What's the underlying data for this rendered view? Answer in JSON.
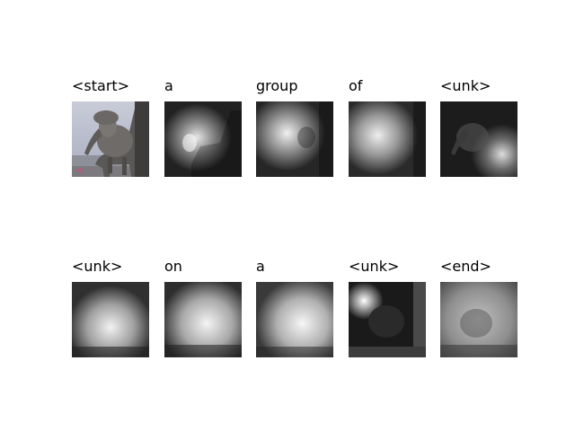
{
  "frames": [
    {
      "word": "<start>",
      "kind": "photo"
    },
    {
      "word": "a",
      "kind": "attention",
      "blob": "left-center"
    },
    {
      "word": "group",
      "kind": "attention",
      "blob": "center"
    },
    {
      "word": "of",
      "kind": "attention",
      "blob": "center-left"
    },
    {
      "word": "<unk>",
      "kind": "attention",
      "blob": "right-lower"
    },
    {
      "word": "<unk>",
      "kind": "attention",
      "blob": "lower-center"
    },
    {
      "word": "on",
      "kind": "attention",
      "blob": "broad-center"
    },
    {
      "word": "a",
      "kind": "attention",
      "blob": "broad-right"
    },
    {
      "word": "<unk>",
      "kind": "attention",
      "blob": "top-left-spot"
    },
    {
      "word": "<end>",
      "kind": "attention",
      "blob": "diffuse"
    }
  ],
  "colors": {
    "background": "#ffffff",
    "text": "#000000"
  }
}
